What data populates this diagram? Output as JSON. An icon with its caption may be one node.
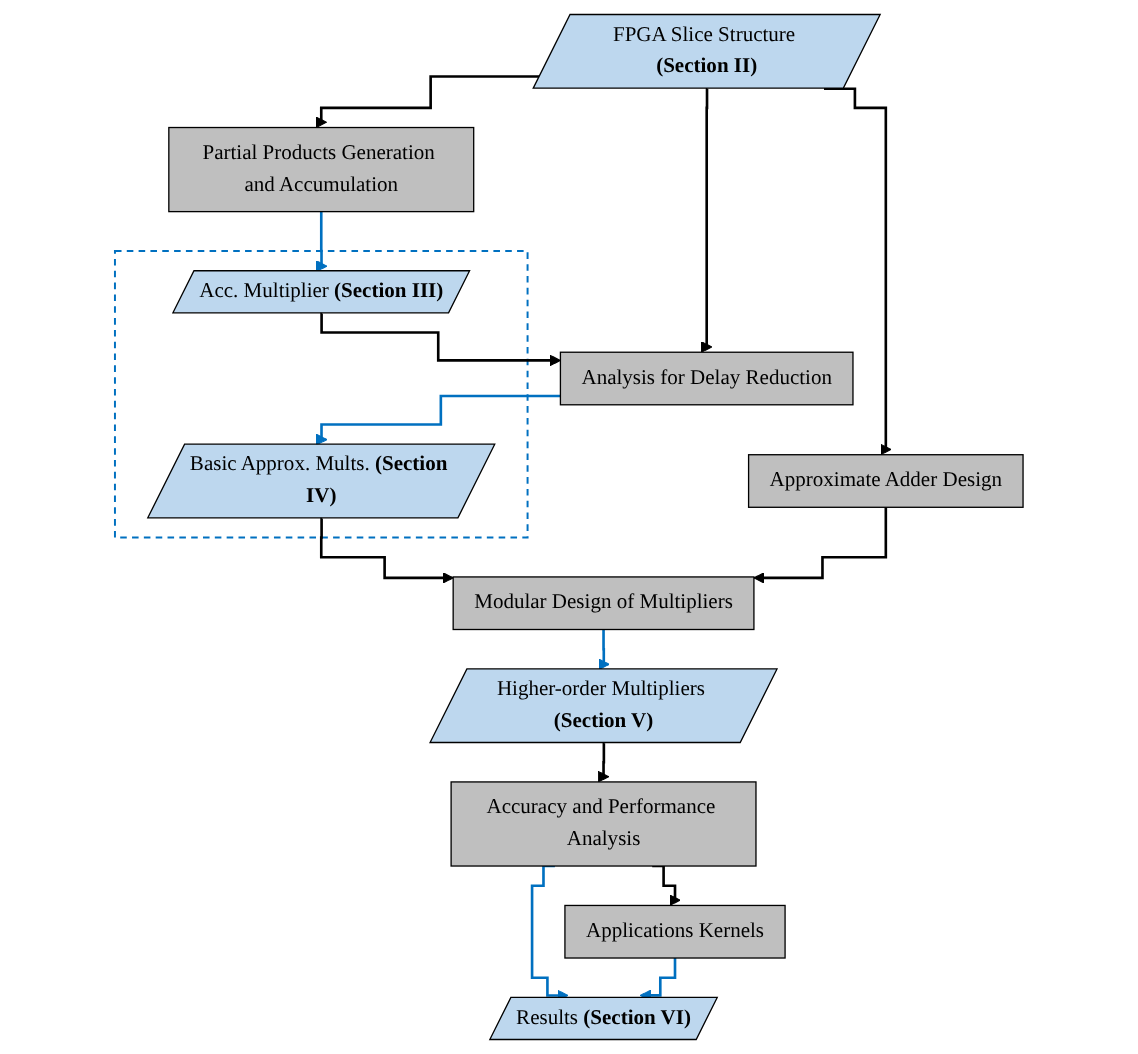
{
  "diagram": {
    "nodes": [
      {
        "text": [
          "FPGA Slice Structure **(Section II)**"
        ]
      },
      {
        "text": [
          "Partial Products Generation and Accumulation"
        ]
      },
      {
        "text": [],
        "shape": "box"
      },
      {
        "text": [
          "Acc. Multiplier **(Section III)**"
        ],
        "in": 2
      },
      {
        "text": [
          "Analysis for Delay Reduction"
        ]
      },
      {
        "text": [
          "Basic Approx. Mults. **(Section IV)**"
        ],
        "in": 2
      },
      {
        "text": [
          "Modular Design of Multipliers"
        ]
      },
      {
        "text": [
          "Higher-order Multipliers **(Section V)**"
        ]
      },
      {
        "text": [
          "Approximate Adder Design"
        ]
      },
      {
        "text": [
          "Accuracy and Performance Analysis"
        ]
      },
      {
        "text": [
          "Results **(Section VI)**"
        ]
      },
      {
        "text": [
          "Applications Kernels"
        ]
      }
    ],
    "edges": [
      {
        "from": 0,
        "to": 1,
        "arrow": "to"
      },
      {
        "from": 0,
        "to": 4,
        "arrow": "to"
      },
      {
        "from": 0,
        "to": 8,
        "arrow": "to"
      },
      {
        "from": 1,
        "to": 3,
        "arrow": "to",
        "color": "#0070c0"
      },
      {
        "from": 3,
        "to": 4,
        "arrow": "to"
      },
      {
        "from": 4,
        "to": 5,
        "arrow": "to",
        "color": "#0070c0"
      },
      {
        "from": 5,
        "to": 6,
        "arrow": "to"
      },
      {
        "from": 6,
        "to": 7,
        "arrow": "to",
        "color": "#0070c0"
      },
      {
        "from": 8,
        "to": 6,
        "arrow": "to"
      },
      {
        "from": 7,
        "to": 9,
        "arrow": "to"
      },
      {
        "from": 9,
        "to": 10,
        "arrow": "to",
        "color": "#0070c0"
      },
      {
        "from": 9,
        "to": 11,
        "arrow": "to"
      },
      {
        "from": 11,
        "to": 10,
        "arrow": "to",
        "color": "#0070c0"
      }
    ]
  }
}
